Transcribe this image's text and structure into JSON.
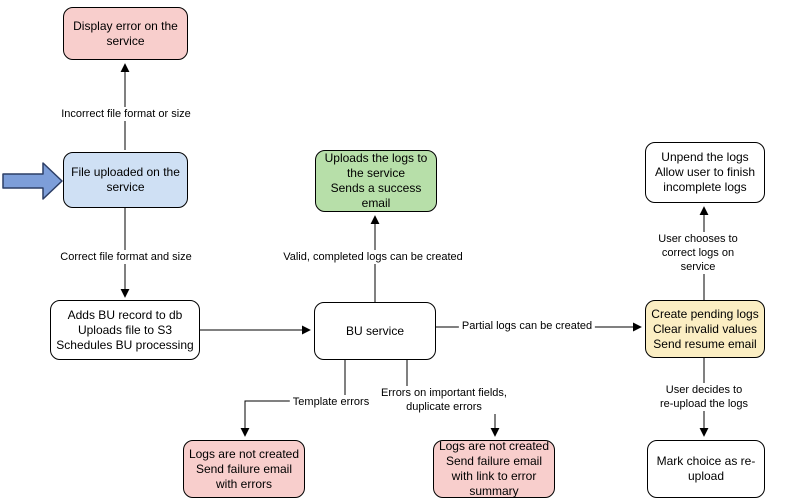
{
  "diagram": {
    "title": "File upload / BU service processing flowchart",
    "nodes": [
      {
        "id": "display-error",
        "label": "Display error on the\nservice",
        "fill": "#f8cecc"
      },
      {
        "id": "file-uploaded",
        "label": "File uploaded on the\nservice",
        "fill": "#cfe0f4"
      },
      {
        "id": "adds-bu-record",
        "label": "Adds BU record to db\nUploads file to S3\nSchedules BU processing",
        "fill": "#ffffff"
      },
      {
        "id": "uploads-logs-success",
        "label": "Uploads the logs to\nthe service\nSends a success\nemail",
        "fill": "#b7dfa9"
      },
      {
        "id": "bu-service",
        "label": "BU service",
        "fill": "#ffffff"
      },
      {
        "id": "unpend-logs",
        "label": "Unpend the logs\nAllow user to finish\nincomplete logs",
        "fill": "#ffffff"
      },
      {
        "id": "create-pending-logs",
        "label": "Create pending logs\nClear invalid values\nSend resume email",
        "fill": "#fbeec3"
      },
      {
        "id": "mark-choice-reupload",
        "label": "Mark choice as re-\nupload",
        "fill": "#ffffff"
      },
      {
        "id": "logs-not-created-errors",
        "label": "Logs are not created\nSend failure email\nwith errors",
        "fill": "#f8cecc"
      },
      {
        "id": "logs-not-created-summary",
        "label": "Logs are not created\nSend failure email\nwith link to error\nsummary",
        "fill": "#f8cecc"
      }
    ],
    "edge_labels": [
      {
        "id": "incorrect-format",
        "text": "Incorrect file format or size"
      },
      {
        "id": "correct-format",
        "text": "Correct file format and size"
      },
      {
        "id": "valid-completed",
        "text": "Valid, completed logs can be created"
      },
      {
        "id": "partial-logs",
        "text": "Partial logs can be created"
      },
      {
        "id": "user-corrects-on-service",
        "text": "User chooses to correct logs on service"
      },
      {
        "id": "user-reuploads",
        "text": "User decides to re-upload the logs"
      },
      {
        "id": "template-errors",
        "text": "Template errors"
      },
      {
        "id": "important-field-errors",
        "text": "Errors on important fields,\nduplicate errors"
      }
    ],
    "colors": {
      "background": "#ffffff",
      "node_border": "#000000",
      "connector": "#000000",
      "pink": "#f8cecc",
      "blue": "#cfe0f4",
      "green": "#b7dfa9",
      "yellow": "#fbeec3",
      "white": "#ffffff",
      "entry_arrow_fill": "#7d9ed9",
      "entry_arrow_border": "#2c3e66"
    },
    "icons": [
      {
        "id": "entry-arrow-icon",
        "meaning": "entry point arrow pointing at File uploaded node"
      }
    ]
  }
}
